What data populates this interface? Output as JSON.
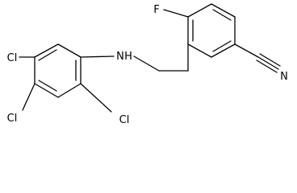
{
  "atoms": {
    "fluorine": "F",
    "nitrogen_amine": "N",
    "hydrogen_amine": "H",
    "nitrogen_nitrile": "N",
    "chlorine_top": "Cl",
    "chlorine_left": "Cl",
    "chlorine_right": "Cl"
  }
}
